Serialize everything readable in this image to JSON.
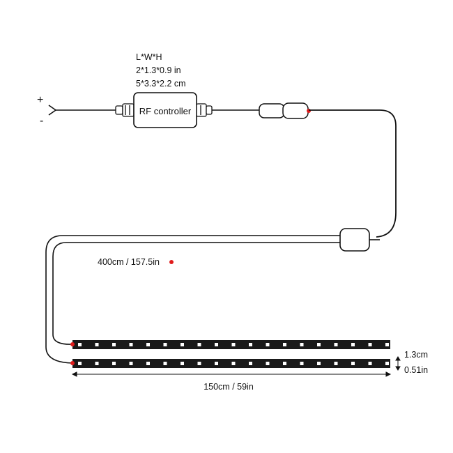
{
  "dimensions": {
    "header": "L*W*H",
    "inches": "2*1.3*0.9 in",
    "centimeters": "5*3.3*2.2 cm"
  },
  "controller": {
    "label": "RF controller"
  },
  "polarity": {
    "positive": "+",
    "negative": "-"
  },
  "cable": {
    "length_label": "400cm / 157.5in"
  },
  "strip": {
    "length_label": "150cm / 59in",
    "width_cm": "1.3cm",
    "width_in": "0.51in"
  },
  "colors": {
    "wire": "#111111",
    "strip": "#1a1a1a",
    "led": "#ffffff",
    "marker": "#e01b1b"
  }
}
